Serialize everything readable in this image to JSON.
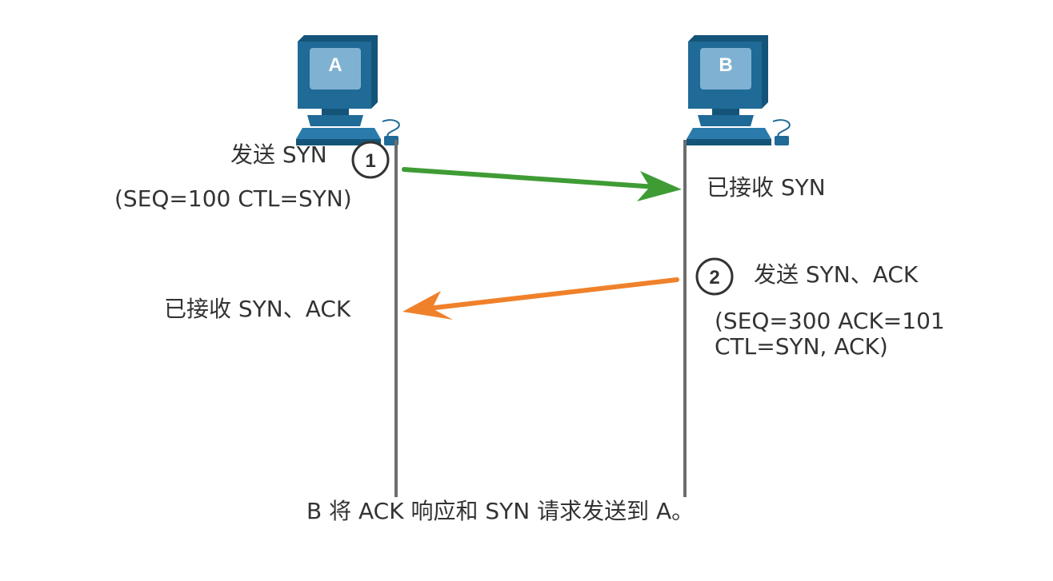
{
  "hosts": [
    {
      "label": "A"
    },
    {
      "label": "B"
    }
  ],
  "steps": [
    {
      "number": "1",
      "sent_text": "发送 SYN",
      "segment_text": "(SEQ=100 CTL=SYN)",
      "received_text": "已接收 SYN",
      "arrow_color": "#3f9c35"
    },
    {
      "number": "2",
      "sent_text": "发送 SYN、ACK",
      "segment_text": "(SEQ=300 ACK=101\nCTL=SYN, ACK)",
      "received_text": "已接收 SYN、ACK",
      "arrow_color": "#f0812b"
    }
  ],
  "caption": "B 将 ACK 响应和 SYN 请求发送到 A。",
  "colors": {
    "computer_body": "#1f6a96",
    "computer_screen": "#7fb2d2",
    "timeline": "#6d6d6d",
    "text": "#333333"
  }
}
